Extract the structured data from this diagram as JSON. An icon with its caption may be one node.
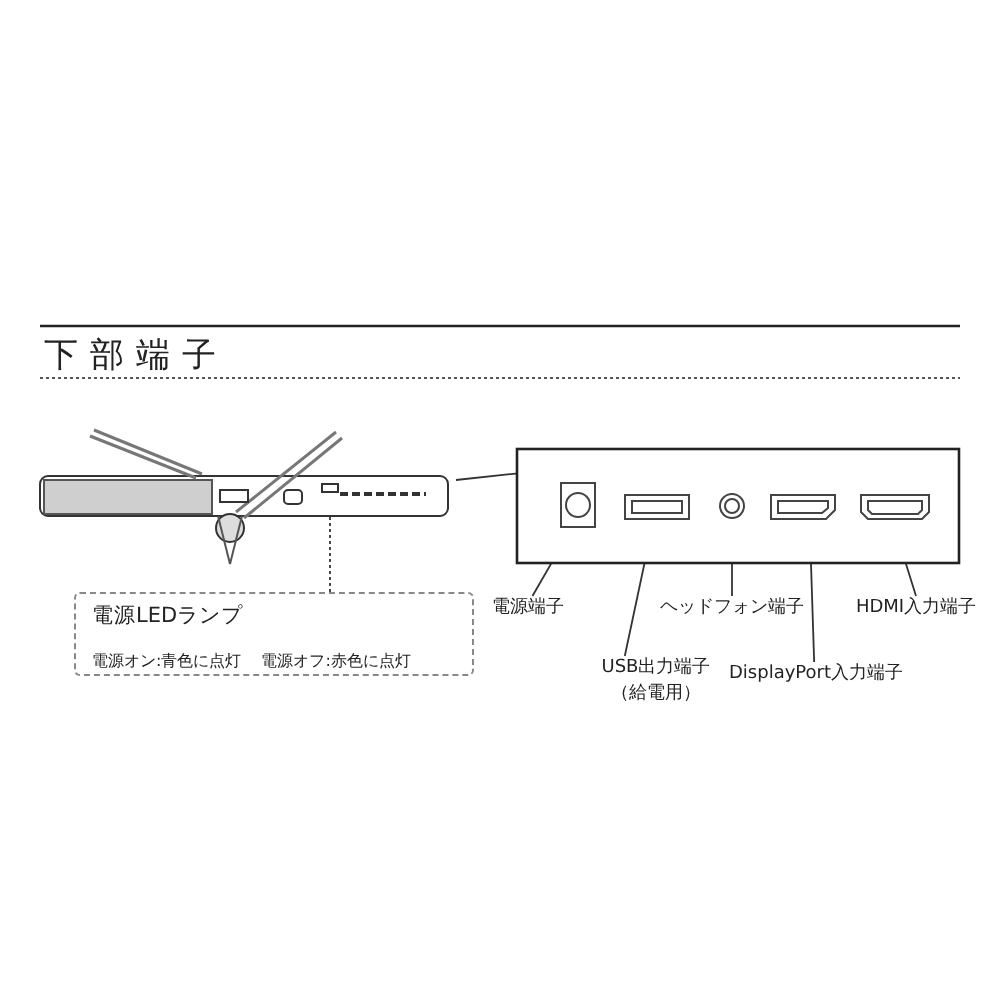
{
  "diagram": {
    "title": "下部端子",
    "nodes": [
      {
        "text": [],
        "shape": "picture"
      },
      {
        "text": [
          "電源LEDランプ",
          "電源オン:青色に点灯",
          "電源オフ:赤色に点灯"
        ]
      },
      {
        "text": [],
        "shape": "box"
      },
      {
        "text": [],
        "shape": "box",
        "in": 2
      },
      {
        "text": [],
        "shape": "box",
        "in": 2
      },
      {
        "text": [],
        "shape": "circle",
        "in": 2
      },
      {
        "text": [],
        "shape": "box",
        "in": 2
      },
      {
        "text": [],
        "shape": "box",
        "in": 2
      },
      {
        "text": [
          "電源端子"
        ]
      },
      {
        "text": [
          "USB出力端子（給電用）"
        ]
      },
      {
        "text": [
          "ヘッドフォン端子"
        ]
      },
      {
        "text": [
          "DisplayPort入力端子"
        ]
      },
      {
        "text": [
          "HDMI入力端子"
        ]
      }
    ],
    "edges": [
      {
        "from": 1,
        "to": 0,
        "arrow": "none",
        "style": "dashed"
      },
      {
        "from": 0,
        "to": 2,
        "arrow": "none"
      },
      {
        "from": 8,
        "to": 3,
        "arrow": "none"
      },
      {
        "from": 9,
        "to": 4,
        "arrow": "none"
      },
      {
        "from": 10,
        "to": 5,
        "arrow": "none"
      },
      {
        "from": 11,
        "to": 6,
        "arrow": "none"
      },
      {
        "from": 12,
        "to": 7,
        "arrow": "none"
      }
    ]
  }
}
